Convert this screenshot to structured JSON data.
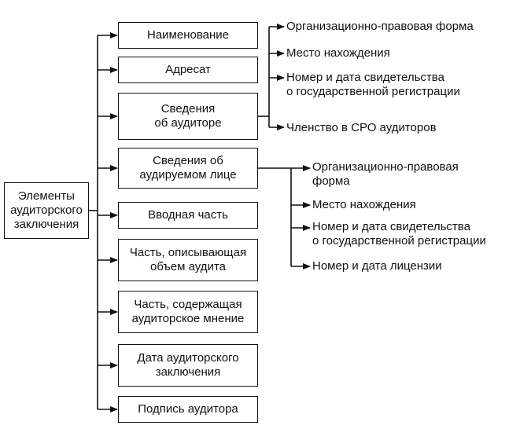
{
  "root": {
    "label": "Элементы\nаудиторского\nзаключения"
  },
  "elements": [
    {
      "label": "Наименование"
    },
    {
      "label": "Адресат"
    },
    {
      "label": "Сведения\nоб аудиторе"
    },
    {
      "label": "Сведения об\nаудируемом лице"
    },
    {
      "label": "Вводная часть"
    },
    {
      "label": "Часть, описывающая\nобъем аудита"
    },
    {
      "label": "Часть, содержащая\nаудиторское мнение"
    },
    {
      "label": "Дата аудиторского\nзаключения"
    },
    {
      "label": "Подпись аудитора"
    }
  ],
  "auditor_details": [
    {
      "label": "Организационно-правовая форма"
    },
    {
      "label": "Место нахождения"
    },
    {
      "label": "Номер и дата свидетельства\nо государственной регистрации"
    },
    {
      "label": "Членство в СРО аудиторов"
    }
  ],
  "auditee_details": [
    {
      "label": "Организационно-правовая\nформа"
    },
    {
      "label": "Место нахождения"
    },
    {
      "label": "Номер и дата свидетельства\nо государственной регистрации"
    },
    {
      "label": "Номер и дата лицензии"
    }
  ]
}
